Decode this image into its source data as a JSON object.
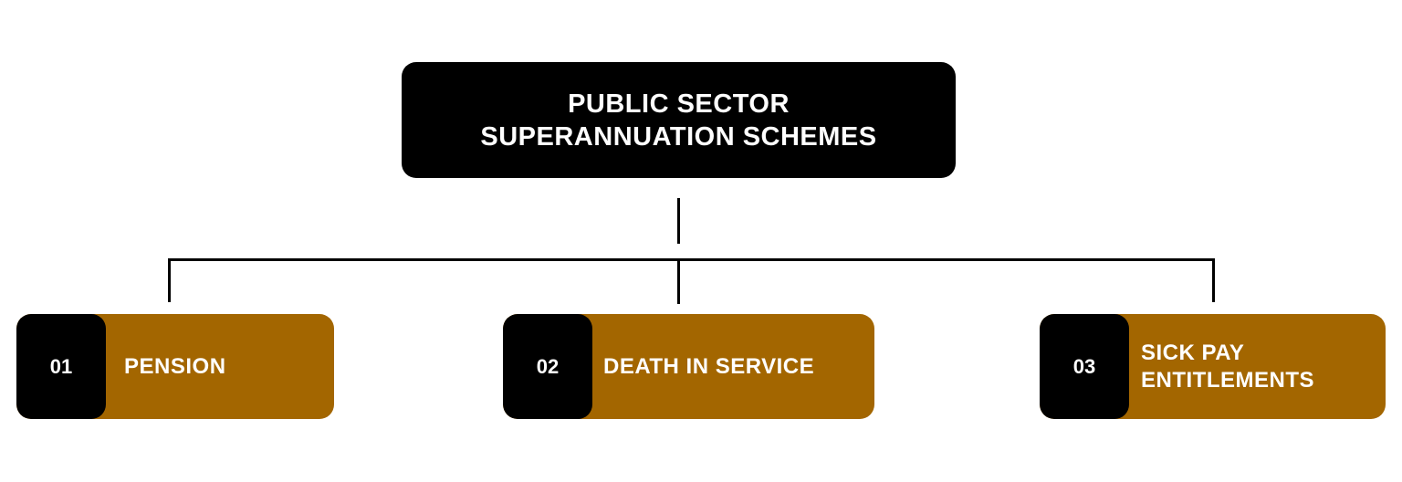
{
  "root": {
    "line1": "PUBLIC SECTOR",
    "line2": "SUPERANNUATION SCHEMES"
  },
  "items": [
    {
      "number": "01",
      "label_lines": [
        "PENSION"
      ]
    },
    {
      "number": "02",
      "label_lines": [
        "DEATH IN SERVICE"
      ]
    },
    {
      "number": "03",
      "label_lines": [
        "SICK PAY",
        "ENTITLEMENTS"
      ]
    }
  ],
  "colors": {
    "accent": "#a36600",
    "dark": "#000000"
  }
}
